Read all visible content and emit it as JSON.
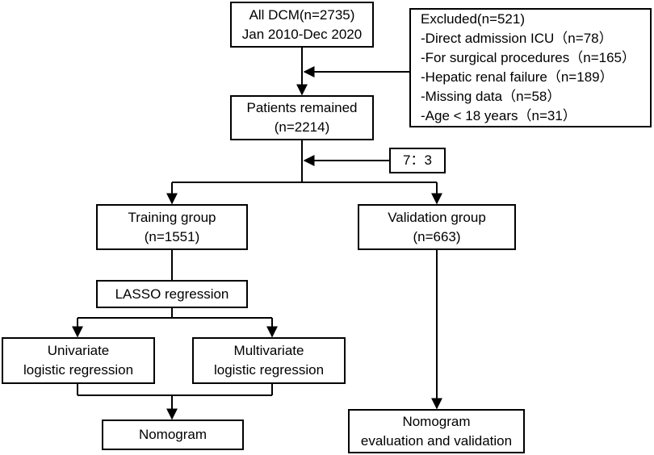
{
  "boxes": {
    "all_dcm": {
      "line1": "All DCM(n=2735)",
      "line2": "Jan 2010-Dec 2020"
    },
    "excluded": {
      "title": "Excluded(n=521)",
      "items": [
        "-Direct admission ICU（n=78）",
        "-For surgical procedures（n=165）",
        "-Hepatic renal failure（n=189）",
        "-Missing data（n=58）",
        "-Age < 18 years（n=31）"
      ]
    },
    "remained": {
      "line1": "Patients remained",
      "line2": "(n=2214)"
    },
    "split": {
      "label": "7：3"
    },
    "training": {
      "line1": "Training group",
      "line2": "(n=1551)"
    },
    "validation": {
      "line1": "Validation group",
      "line2": "(n=663)"
    },
    "lasso": {
      "label": "LASSO regression"
    },
    "univariate": {
      "line1": "Univariate",
      "line2": "logistic regression"
    },
    "multivariate": {
      "line1": "Multivariate",
      "line2": "logistic regression"
    },
    "nomogram": {
      "label": "Nomogram"
    },
    "nomogram_eval": {
      "line1": "Nomogram",
      "line2": "evaluation and validation"
    }
  }
}
